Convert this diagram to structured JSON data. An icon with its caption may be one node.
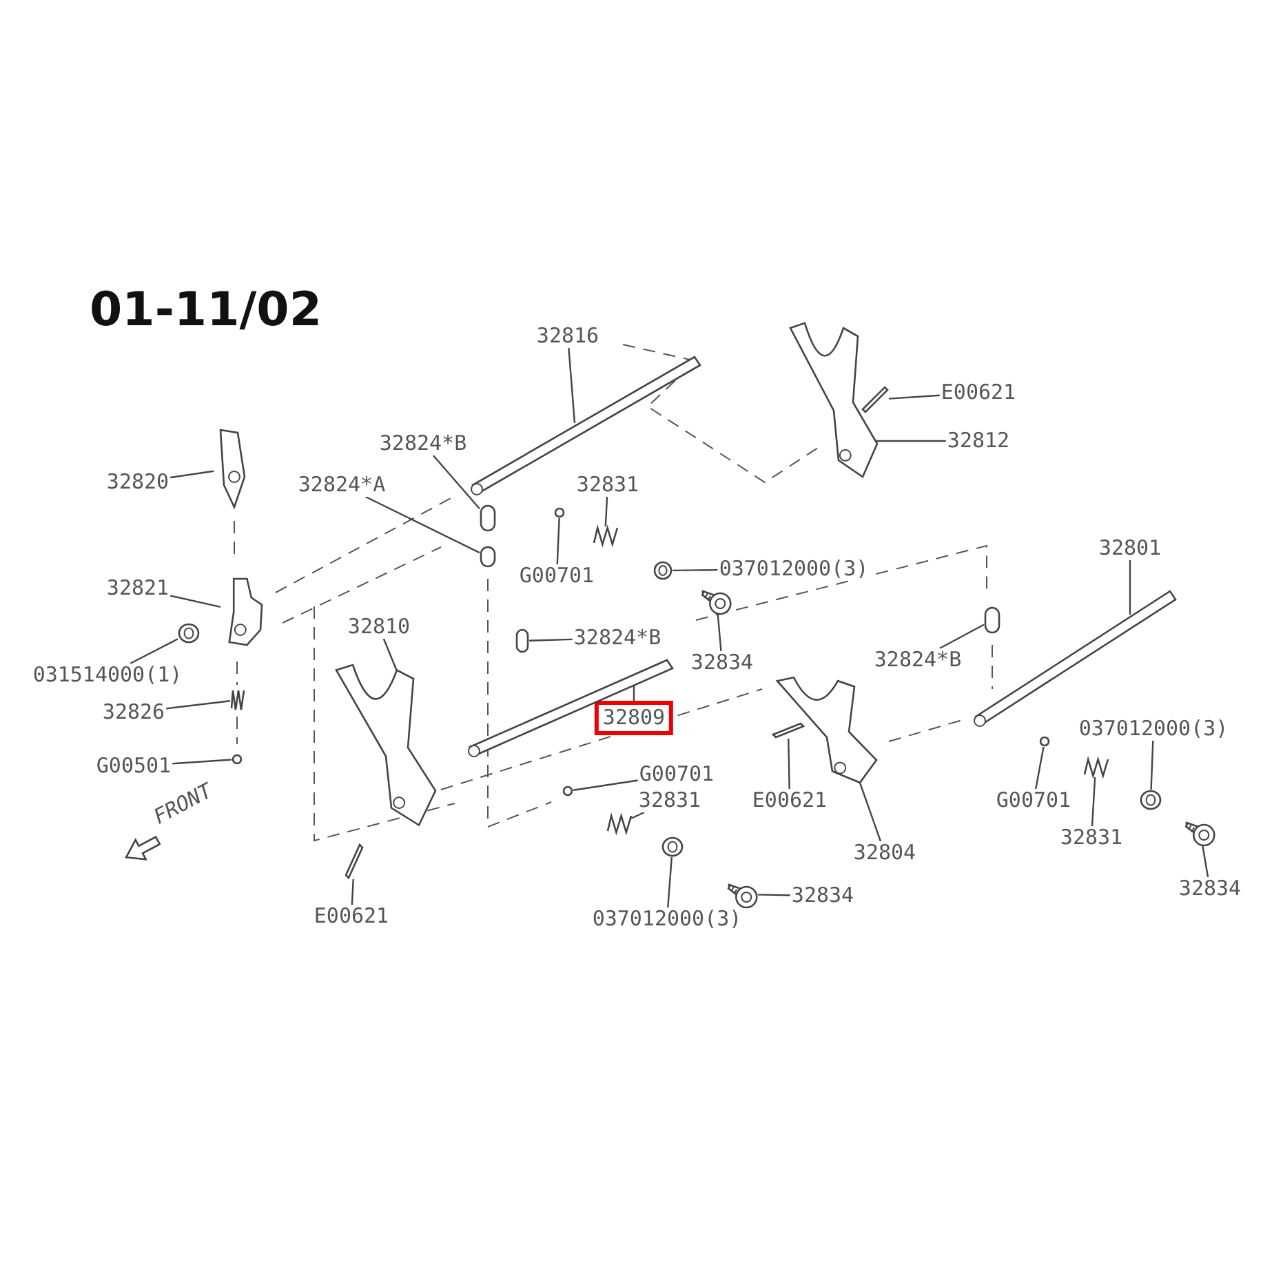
{
  "diagram": {
    "title": "01-11/02",
    "nodes": [
      {
        "text": [
          "32816"
        ]
      },
      {
        "text": [
          "E00621"
        ]
      },
      {
        "text": [
          "32812"
        ]
      },
      {
        "text": [
          "32824*B"
        ]
      },
      {
        "text": [
          "32820"
        ]
      },
      {
        "text": [
          "32824*A"
        ]
      },
      {
        "text": [
          "32831"
        ]
      },
      {
        "text": [
          "037012000(3)"
        ]
      },
      {
        "text": [
          "G00701"
        ]
      },
      {
        "text": [
          "32821"
        ]
      },
      {
        "text": [
          "32801"
        ]
      },
      {
        "text": [
          "32824*B"
        ]
      },
      {
        "text": [
          "32810"
        ]
      },
      {
        "text": [
          "32834"
        ]
      },
      {
        "text": [
          "32824*B"
        ]
      },
      {
        "text": [
          "031514000(1)"
        ]
      },
      {
        "text": [
          "32826"
        ]
      },
      {
        "text": [
          "32809"
        ]
      },
      {
        "text": [
          "037012000(3)"
        ]
      },
      {
        "text": [
          "G00501"
        ]
      },
      {
        "text": [
          "G00701"
        ]
      },
      {
        "text": [
          "32831"
        ]
      },
      {
        "text": [
          "E00621"
        ]
      },
      {
        "text": [
          "G00701"
        ]
      },
      {
        "text": [
          "32831"
        ]
      },
      {
        "text": [
          "32804"
        ]
      },
      {
        "text": [
          "32834"
        ]
      },
      {
        "text": [
          "32834"
        ]
      },
      {
        "text": [
          "E00621"
        ]
      },
      {
        "text": [
          "037012000(3)"
        ]
      },
      {
        "text": [],
        "shape": "picture"
      },
      {
        "text": [],
        "shape": "picture"
      },
      {
        "text": [],
        "shape": "picture"
      },
      {
        "text": [],
        "shape": "box"
      },
      {
        "text": [],
        "shape": "picture"
      },
      {
        "text": [],
        "shape": "box"
      },
      {
        "text": [],
        "shape": "picture"
      },
      {
        "text": [],
        "shape": "picture"
      },
      {
        "text": [],
        "shape": "circle"
      },
      {
        "text": [],
        "shape": "picture"
      },
      {
        "text": [],
        "shape": "picture"
      },
      {
        "text": [],
        "shape": "box"
      },
      {
        "text": [],
        "shape": "picture"
      },
      {
        "text": [],
        "shape": "picture"
      },
      {
        "text": [],
        "shape": "box"
      },
      {
        "text": [],
        "shape": "picture"
      },
      {
        "text": [],
        "shape": "picture"
      },
      {
        "text": [],
        "shape": "picture"
      },
      {
        "text": [],
        "shape": "picture"
      },
      {
        "text": [],
        "shape": "circle"
      },
      {
        "text": [],
        "shape": "circle"
      },
      {
        "text": [],
        "shape": "picture"
      },
      {
        "text": [],
        "shape": "picture"
      },
      {
        "text": [],
        "shape": "circle"
      },
      {
        "text": [],
        "shape": "picture"
      },
      {
        "text": [],
        "shape": "picture"
      },
      {
        "text": [],
        "shape": "picture"
      },
      {
        "text": [],
        "shape": "picture"
      },
      {
        "text": [],
        "shape": "picture"
      },
      {
        "text": [],
        "shape": "picture"
      }
    ],
    "edges": [
      {
        "from": 0,
        "to": 30,
        "arrow": "none"
      },
      {
        "from": 1,
        "to": 31,
        "arrow": "none"
      },
      {
        "from": 2,
        "to": 32,
        "arrow": "none"
      },
      {
        "from": 3,
        "to": 33,
        "arrow": "none"
      },
      {
        "from": 4,
        "to": 34,
        "arrow": "none"
      },
      {
        "from": 5,
        "to": 35,
        "arrow": "none"
      },
      {
        "from": 6,
        "to": 36,
        "arrow": "none"
      },
      {
        "from": 7,
        "to": 37,
        "arrow": "none"
      },
      {
        "from": 8,
        "to": 38,
        "arrow": "none"
      },
      {
        "from": 9,
        "to": 39,
        "arrow": "none"
      },
      {
        "from": 10,
        "to": 40,
        "arrow": "none"
      },
      {
        "from": 11,
        "to": 41,
        "arrow": "none"
      },
      {
        "from": 12,
        "to": 42,
        "arrow": "none"
      },
      {
        "from": 13,
        "to": 43,
        "arrow": "none"
      },
      {
        "from": 14,
        "to": 44,
        "arrow": "none"
      },
      {
        "from": 15,
        "to": 45,
        "arrow": "none"
      },
      {
        "from": 16,
        "to": 46,
        "arrow": "none"
      },
      {
        "from": 17,
        "to": 47,
        "arrow": "none"
      },
      {
        "from": 18,
        "to": 48,
        "arrow": "none"
      },
      {
        "from": 19,
        "to": 49,
        "arrow": "none"
      },
      {
        "from": 20,
        "to": 50,
        "arrow": "none"
      },
      {
        "from": 21,
        "to": 51,
        "arrow": "none"
      },
      {
        "from": 22,
        "to": 52,
        "arrow": "none"
      },
      {
        "from": 23,
        "to": 53,
        "arrow": "none"
      },
      {
        "from": 24,
        "to": 54,
        "arrow": "none"
      },
      {
        "from": 25,
        "to": 55,
        "arrow": "none"
      },
      {
        "from": 26,
        "to": 56,
        "arrow": "none"
      },
      {
        "from": 27,
        "to": 57,
        "arrow": "none"
      },
      {
        "from": 28,
        "to": 58,
        "arrow": "none"
      },
      {
        "from": 29,
        "to": 59,
        "arrow": "none"
      }
    ],
    "labels": [
      "FRONT"
    ]
  }
}
